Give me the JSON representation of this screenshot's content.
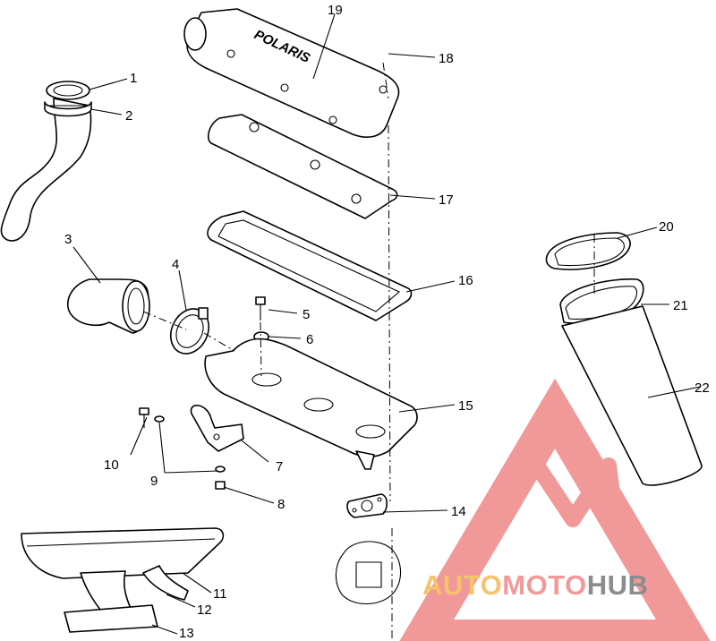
{
  "diagram": {
    "type": "exploded parts diagram",
    "embossed_text": "POLARIS",
    "callouts": [
      {
        "num": "1",
        "part": "hose clamp ring"
      },
      {
        "num": "2",
        "part": "hose collar"
      },
      {
        "num": "3",
        "part": "intake elbow"
      },
      {
        "num": "4",
        "part": "clamp"
      },
      {
        "num": "5",
        "part": "screw"
      },
      {
        "num": "6",
        "part": "washer"
      },
      {
        "num": "7",
        "part": "bracket"
      },
      {
        "num": "8",
        "part": "screw"
      },
      {
        "num": "9",
        "part": "washer"
      },
      {
        "num": "10",
        "part": "screw"
      },
      {
        "num": "11",
        "part": "manifold fitting"
      },
      {
        "num": "12",
        "part": "hose"
      },
      {
        "num": "13",
        "part": "pad"
      },
      {
        "num": "14",
        "part": "gasket"
      },
      {
        "num": "15",
        "part": "airbox base"
      },
      {
        "num": "16",
        "part": "seal"
      },
      {
        "num": "17",
        "part": "filter element"
      },
      {
        "num": "18",
        "part": "screw"
      },
      {
        "num": "19",
        "part": "airbox cover"
      },
      {
        "num": "20",
        "part": "clamp ring"
      },
      {
        "num": "21",
        "part": "duct collar"
      },
      {
        "num": "22",
        "part": "intake duct"
      }
    ]
  },
  "watermark": {
    "brand_segments": [
      "AUTO",
      "MOTO",
      "HUB"
    ],
    "colors": {
      "auto": "#f5c36a",
      "moto": "#f29a9a",
      "hub": "#8c8c8c",
      "logo": "#f08e8e"
    }
  }
}
